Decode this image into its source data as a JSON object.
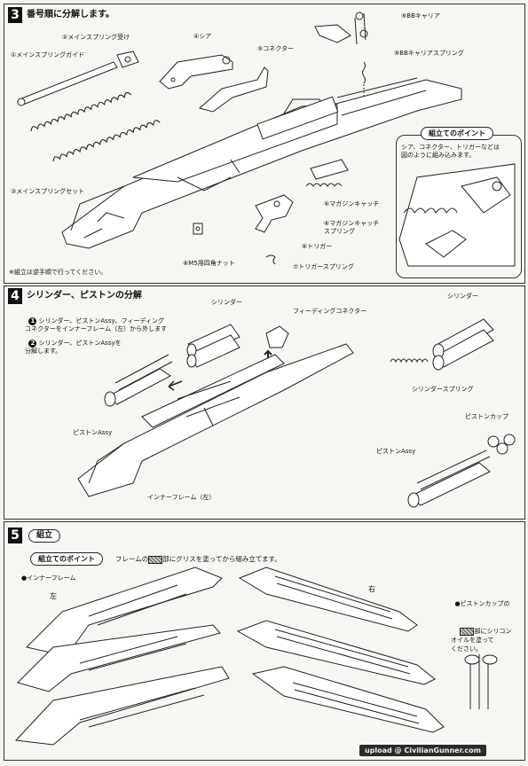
{
  "section3": {
    "num": "3",
    "title": "番号順に分解します。",
    "labels": {
      "main_spring_guide": "①メインスプリングガイド",
      "main_spring_holder": "②メインスプリング受け",
      "main_spring_set": "③メインスプリングセット",
      "sear": "④シア",
      "connector": "⑤コネクター",
      "bb_carrier": "⑨BBキャリア",
      "bb_carrier_spring": "⑨BBキャリアスプリング",
      "magazine_catch": "⑥マガジンキャッチ",
      "magazine_catch_spring": "⑥マガジンキャッチ\nスプリング",
      "trigger": "⑥トリガー",
      "m5_nut": "⑧M5用四角ナット",
      "trigger_spring": "⑦トリガースプリング"
    },
    "note": "※組立は逆手順で行ってください。",
    "tip": {
      "title": "組立てのポイント",
      "text": "シア、コネクター、トリガーなどは\n図のように組み込みます。"
    }
  },
  "section4": {
    "num": "4",
    "title": "シリンダー、ピストンの分解",
    "steps": [
      {
        "n": "1",
        "text": "シリンダー、ピストンAssy、フィーディング\nコネクターをインナーフレーム（左）から外します"
      },
      {
        "n": "2",
        "text": "シリンダー、ピストンAssyを\n分解します。"
      }
    ],
    "labels": {
      "cylinder": "シリンダー",
      "feeding_connector": "フィーディングコネクター",
      "piston_assy": "ピストンAssy",
      "inner_frame_left": "インナーフレーム（左）",
      "cylinder_right": "シリンダー",
      "cylinder_spring": "シリンダースプリング",
      "piston_cup": "ピストンカップ",
      "piston_assy_right": "ピストンAssy"
    }
  },
  "section5": {
    "num": "5",
    "title": "組立",
    "tip_title": "組立てのポイント",
    "tip_pre": "フレームの",
    "tip_post": "部にグリスを塗ってから組み立てます。",
    "inner_frame": "●インナーフレーム",
    "left": "左",
    "right": "右",
    "piston_note_pre": "●ピストンカップの",
    "piston_note_post": "部にシリコン\nオイルを塗って\nください。"
  },
  "watermark": {
    "prefix": "upload @ ",
    "url": "CivilianGunner.com"
  }
}
